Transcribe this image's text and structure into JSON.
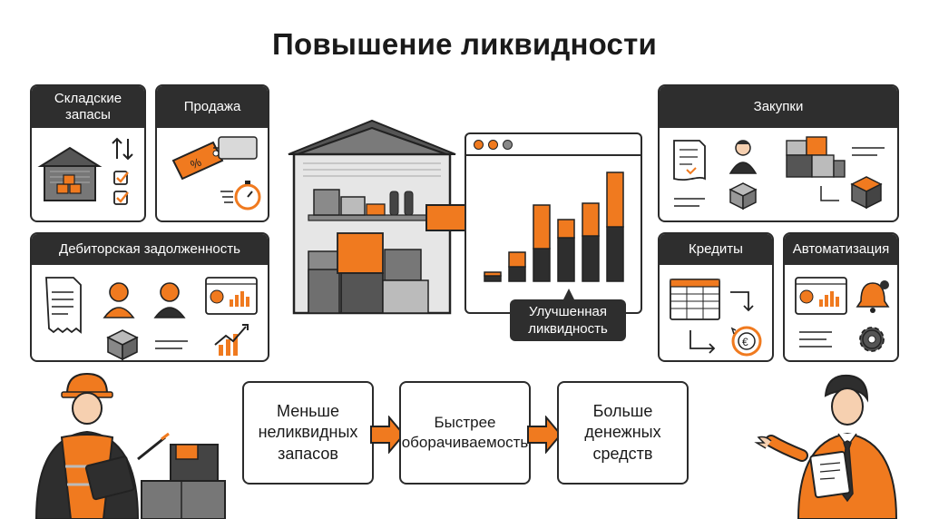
{
  "title": "Повышение ликвидности",
  "colors": {
    "accent": "#f07a1f",
    "dark": "#2e2e2e",
    "gray": "#6f6f6f",
    "light": "#d9d9d9"
  },
  "cards": {
    "warehouse_stock": {
      "label": "Складские\nзапасы",
      "icons": [
        "warehouse-icon",
        "arrows-up-down-icon",
        "checkbox-icon"
      ]
    },
    "sales": {
      "label": "Продажа",
      "icons": [
        "price-tag-icon",
        "stopwatch-icon"
      ]
    },
    "receivables": {
      "label": "Дебиторская задолженность",
      "icons": [
        "invoice-icon",
        "person-icon",
        "dashboard-icon",
        "box-icon",
        "growth-chart-icon"
      ]
    },
    "purchases": {
      "label": "Закупки",
      "icons": [
        "document-icon",
        "courier-icon",
        "boxes-icon",
        "box-icon"
      ]
    },
    "credits": {
      "label": "Кредиты",
      "icons": [
        "spreadsheet-icon",
        "euro-cycle-icon"
      ]
    },
    "automation": {
      "label": "Автоматизация",
      "icons": [
        "dashboard-icon",
        "bell-icon",
        "gear-icon"
      ]
    }
  },
  "callout": "Улучшенная\nликвидность",
  "flow": [
    {
      "label": "Меньше\nнеликвидных\nзапасов"
    },
    {
      "label": "Быстрее\nоборачиваемость"
    },
    {
      "label": "Больше\nденежных\nсредств"
    }
  ],
  "chart": {
    "bars": [
      {
        "orange": 2,
        "dark": 3
      },
      {
        "orange": 8,
        "dark": 8
      },
      {
        "orange": 24,
        "dark": 18
      },
      {
        "orange": 10,
        "dark": 24
      },
      {
        "orange": 18,
        "dark": 25
      },
      {
        "orange": 30,
        "dark": 30
      }
    ]
  }
}
